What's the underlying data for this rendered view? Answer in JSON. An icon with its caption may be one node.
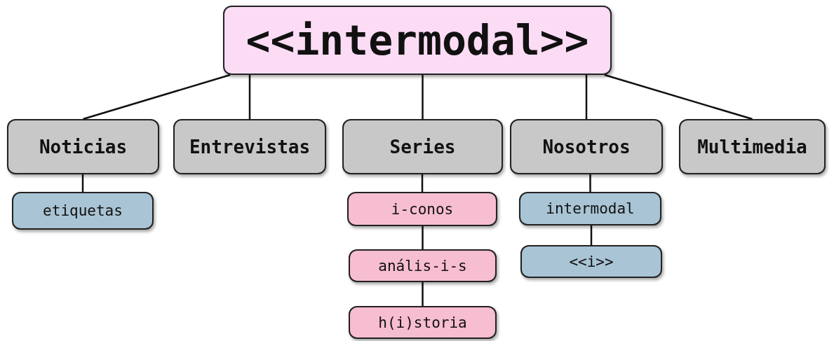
{
  "diagram": {
    "nodes": [
      {
        "text": [
          "<<intermodal>>"
        ]
      },
      {
        "text": [
          "Noticias"
        ]
      },
      {
        "text": [
          "Entrevistas"
        ]
      },
      {
        "text": [
          "Series"
        ]
      },
      {
        "text": [
          "Nosotros"
        ]
      },
      {
        "text": [
          "Multimedia"
        ]
      },
      {
        "text": [
          "etiquetas"
        ]
      },
      {
        "text": [
          "i-conos"
        ]
      },
      {
        "text": [
          "anális-i-s"
        ]
      },
      {
        "text": [
          "h(i)storia"
        ]
      },
      {
        "text": [
          "intermodal"
        ]
      },
      {
        "text": [
          "<<i>>"
        ]
      }
    ],
    "edges": [
      {
        "from": 0,
        "to": 1,
        "arrow": "none"
      },
      {
        "from": 0,
        "to": 2,
        "arrow": "none"
      },
      {
        "from": 0,
        "to": 3,
        "arrow": "none"
      },
      {
        "from": 0,
        "to": 4,
        "arrow": "none"
      },
      {
        "from": 0,
        "to": 5,
        "arrow": "none"
      },
      {
        "from": 1,
        "to": 6,
        "arrow": "none"
      },
      {
        "from": 3,
        "to": 7,
        "arrow": "none"
      },
      {
        "from": 7,
        "to": 8,
        "arrow": "none"
      },
      {
        "from": 8,
        "to": 9,
        "arrow": "none"
      },
      {
        "from": 4,
        "to": 10,
        "arrow": "none"
      },
      {
        "from": 10,
        "to": 11,
        "arrow": "none"
      }
    ]
  }
}
